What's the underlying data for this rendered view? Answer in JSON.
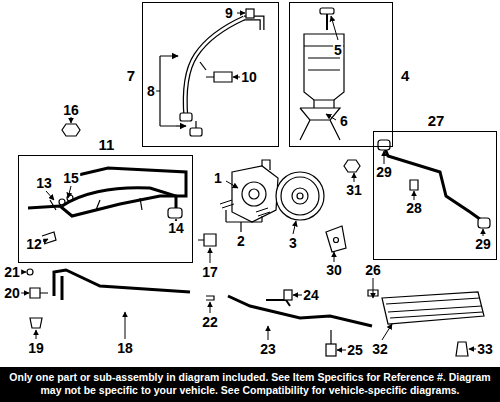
{
  "diagram": {
    "nodes": [
      {
        "text": [
          "7"
        ]
      },
      {
        "text": [
          "4"
        ]
      },
      {
        "text": [
          "11"
        ]
      },
      {
        "text": [
          "27"
        ]
      },
      {
        "text": [
          "Only one part or sub-assembly in diagram included. See Item Specifics for Reference #. Diagram may not be specific to your vehicle. See Compatibility for vehicle-specific diagrams."
        ]
      }
    ],
    "labels": [
      "1",
      "2",
      "3",
      "5",
      "6",
      "8",
      "9",
      "10",
      "12",
      "13",
      "14",
      "15",
      "16",
      "17",
      "18",
      "19",
      "20",
      "21",
      "22",
      "23",
      "24",
      "25",
      "26",
      "28",
      "29",
      "29",
      "30",
      "31",
      "32",
      "33"
    ]
  }
}
